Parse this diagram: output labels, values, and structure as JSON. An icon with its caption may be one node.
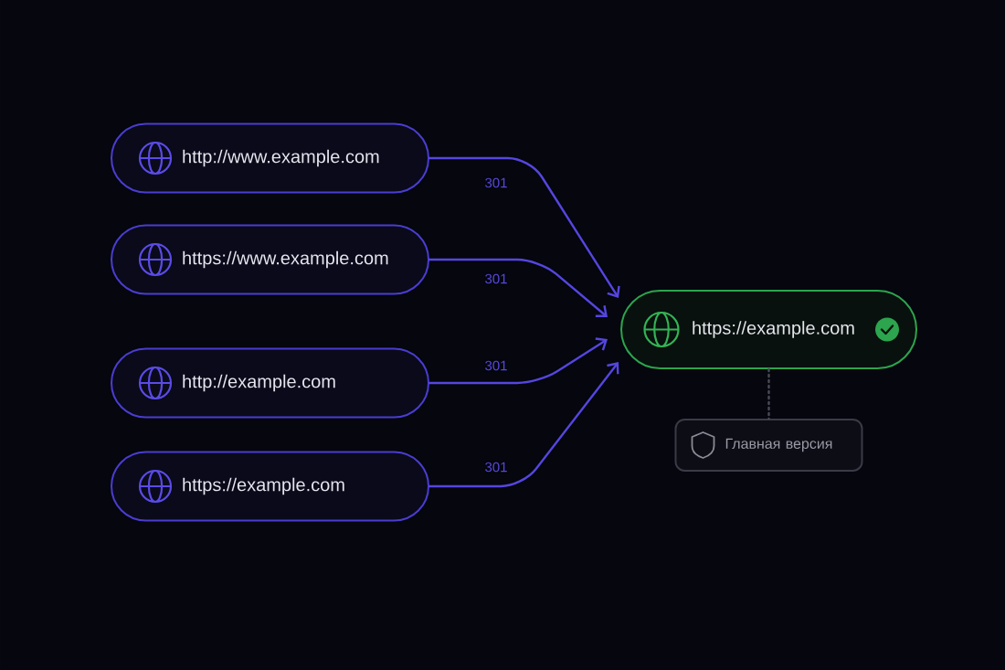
{
  "diagram": {
    "nodes": [
      {
        "text": [
          "http://www.example.com"
        ]
      },
      {
        "text": [
          "https://www.example.com"
        ]
      },
      {
        "text": [
          "http://example.com"
        ]
      },
      {
        "text": [
          "https://example.com"
        ]
      },
      {
        "text": [
          "https://example.com"
        ]
      },
      {
        "text": [
          "Главная версия"
        ]
      }
    ],
    "edges": [
      {
        "from": 0,
        "to": 4,
        "arrow": "to",
        "label": "301"
      },
      {
        "from": 1,
        "to": 4,
        "arrow": "to",
        "label": "301"
      },
      {
        "from": 2,
        "to": 4,
        "arrow": "to",
        "label": "301"
      },
      {
        "from": 3,
        "to": 4,
        "arrow": "to",
        "label": "301"
      },
      {
        "from": 4,
        "to": 5,
        "arrow": "none",
        "style": "dashed",
        "color": "#4a4b55"
      }
    ]
  }
}
